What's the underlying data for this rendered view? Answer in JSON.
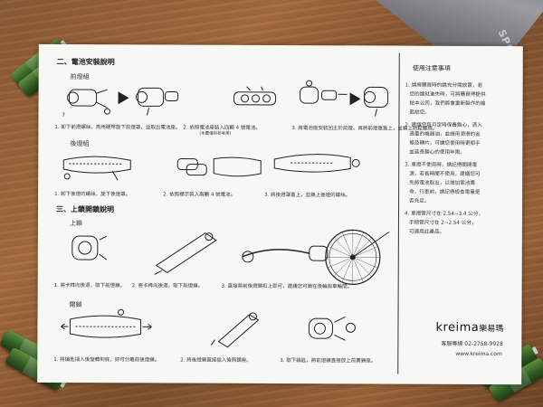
{
  "sections": {
    "battery_title": "二、電池安裝說明",
    "front_light": "前燈組",
    "rear_light": "後燈組",
    "lock_title": "三、上鎖開鎖說明",
    "lock": "上鎖",
    "unlock": "開鎖"
  },
  "captions": {
    "front": [
      "1. 卸下前燈螺絲，再用硬幣旋下前燈罩，並取出電池座。",
      "2. 依照電池座裝入四顆 4 號電池。",
      "3. 將電池座安裝回主於前燈，再將前燈罩蓋上，並鎖上防鬆螺絲。"
    ],
    "front_small": "(本圖僅供參考用)",
    "rear": [
      "1. 卸下後燈的螺絲，旋下後燈罩。",
      "2. 依照標示裝入兩顆 4 號電池。",
      "3. 將後燈罩蓋上，並鎖上後燈的螺絲。"
    ],
    "lock": [
      "1. 將卡榫向後退，取下前燈鎖。",
      "2. 將卡榫向後退，取下前燈鎖。",
      "3. 直接將前後燈鎖扣上即可，建議您可鎖在後輪與車輪間。"
    ],
    "unlock": [
      "1. 將鑰匙插入後旋轉到底，即可分離前後燈鎖。",
      "2. 將後燈鎖直接插入後照鏡座。",
      "3. 取下鑰匙，將前燈鎖直接放上前置鎖座。"
    ]
  },
  "notes": {
    "title": "使用注意事項",
    "items": [
      "1. 請將購買時的論充分閱放置，若",
      "您的論就進失時，可將購買得提供",
      "給本公司，我們將會重新製作的論",
      "匙給您。",
      "2. 建議您每月定時保養鎖心，滴入",
      "適量的機器油，並請用潤滑的金",
      "墊及轉片，可讓您使用時更順手",
      "並延長鎖心的使用年限。",
      "3. 車燈不使用時，請記得關閉電",
      "源，若長時間不使用，建議您可",
      "先將電池取出，以增加電池壽",
      "命，行車前，請記得檢查電量是",
      "否充足。",
      "4. 車把管尺寸在 2.54~3.4 公分，",
      "手把管尺寸在 2~2.54 公分，",
      "可適用此產品。"
    ]
  },
  "brand": {
    "logo": "kreima",
    "name": "樂易瑪",
    "service": "客服專線 02-2758-9928",
    "url": "www.kreima.com"
  },
  "background": {
    "bike_text": "SPOKE"
  },
  "colors": {
    "paper": "#f7f7f4",
    "ink": "#222222",
    "battery_green": "#3d6b2c",
    "wood": "#8a5a35"
  }
}
